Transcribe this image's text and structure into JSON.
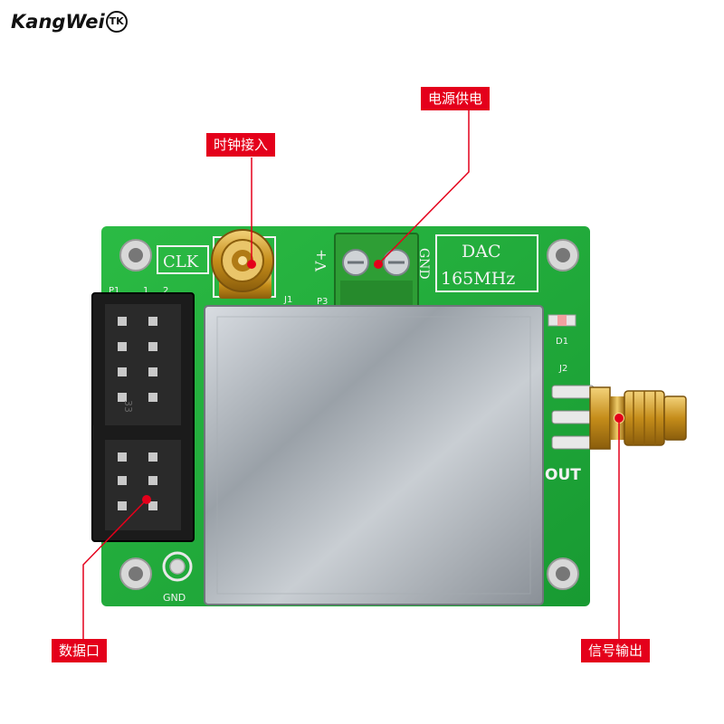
{
  "brand": {
    "name": "KangWei",
    "badge": "TK"
  },
  "callouts": {
    "clock_input": "时钟接入",
    "power_supply": "电源供电",
    "data_port": "数据口",
    "signal_output": "信号输出"
  },
  "board": {
    "clk_label": "CLK",
    "dac_label_line1": "DAC",
    "dac_label_line2": "165MHz",
    "vplus_label": "V+",
    "gnd_terminal_label": "GND",
    "p3_label": "P3",
    "j1_label": "J1",
    "j2_label": "J2",
    "d1_label": "D1",
    "p1_label": "P1",
    "pin1_label": "1",
    "pin2_label": "2",
    "pin33_label": "33",
    "out_label": "OUT",
    "gnd_pad_label": "GND"
  },
  "colors": {
    "pcb_green": "#1fae3a",
    "callout_red": "#e4001b",
    "connector_gold": "#c9931c",
    "shield_silver": "#b9bec4",
    "terminal_green": "#2e9e35"
  },
  "icons": {
    "sma_connector": "sma-connector-icon",
    "terminal_block": "terminal-block-icon",
    "idc_header": "idc-header-icon"
  }
}
